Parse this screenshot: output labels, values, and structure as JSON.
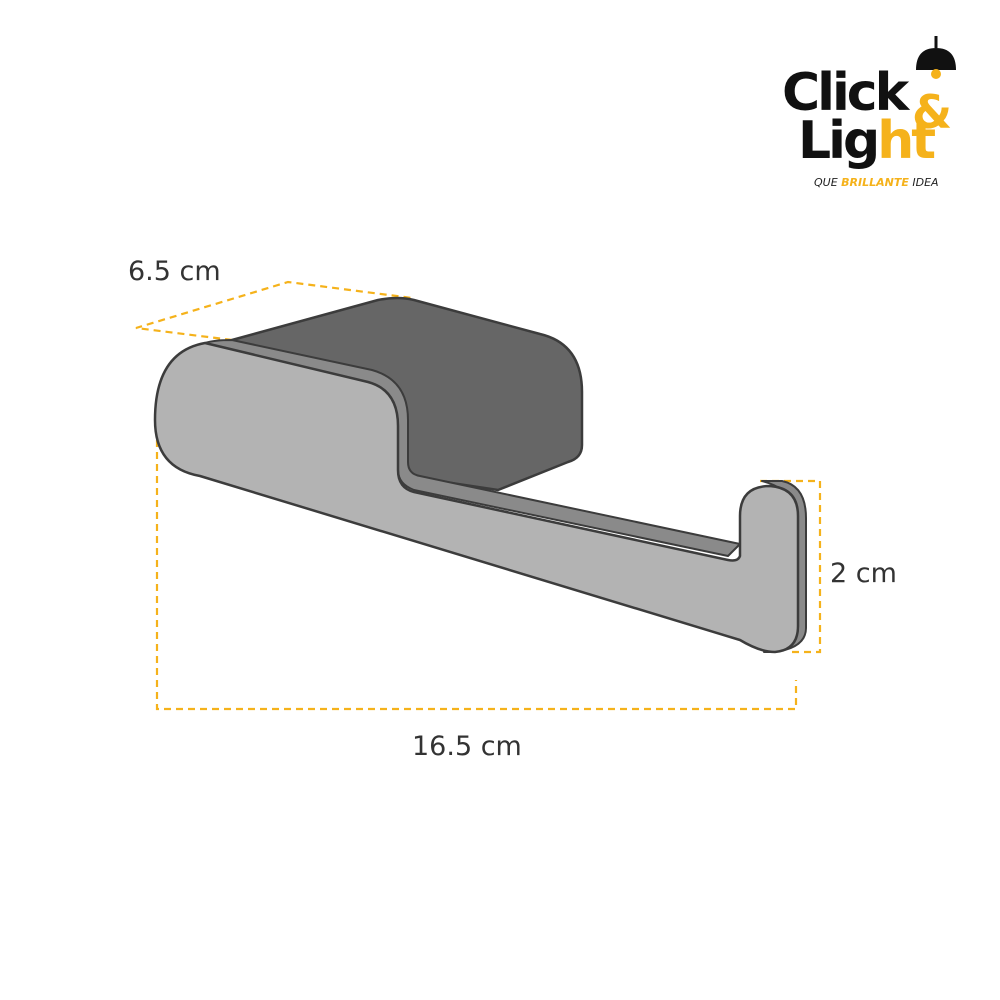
{
  "logo": {
    "word1": "Click",
    "amp": "&",
    "word2_part1": "Lig",
    "word2_part2": "ht",
    "tagline_pre": "QUE",
    "tagline_brand": "BRILLANTE",
    "tagline_post": "IDEA",
    "icon": "pendant-lamp-icon"
  },
  "dimensions": {
    "depth": "6.5 cm",
    "height": "2 cm",
    "length": "16.5 cm"
  },
  "colors": {
    "accent": "#F5B21B",
    "body_light": "#B3B3B3",
    "body_dark": "#666666",
    "edge": "#8A8A8A",
    "outline": "#3C3C3C",
    "text": "#333333",
    "logo_black": "#111111"
  }
}
